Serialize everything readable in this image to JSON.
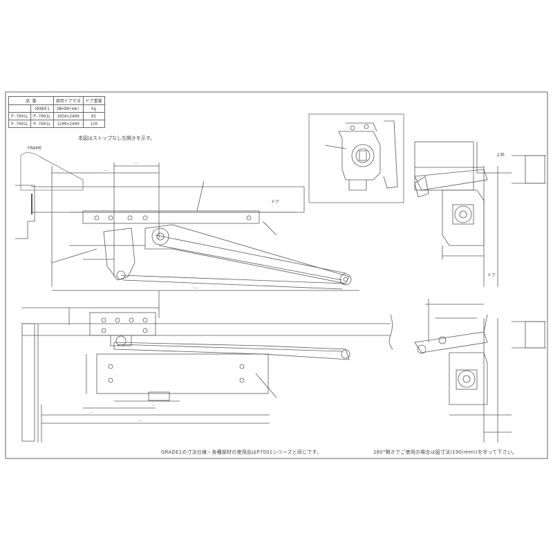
{
  "spec_table": {
    "header": [
      "品 番",
      "適用ドア寸法",
      "ドア重量"
    ],
    "subheader": [
      "GRADE1",
      "DW×DH(mm)",
      "kg"
    ],
    "rows": [
      [
        "P-7001L",
        "P-7001L",
        "1050×2400",
        "85"
      ],
      [
        "P-7001L",
        "P-7001L",
        "1200×2400",
        "120"
      ]
    ]
  },
  "notes": {
    "top": "本図はストップなし左開きを示す。",
    "bottom_left": "GRADE1の寸法仕様・各種部材の使用品はP7001シリーズと同じです。",
    "bottom_right": "180°開きでご使用の場合は図寸法(190(mm))を守って下さい。"
  },
  "labels": {
    "door_top": "ドア",
    "door_side": "ドア",
    "upper_frame": "上枠",
    "frame": "FRAME"
  }
}
